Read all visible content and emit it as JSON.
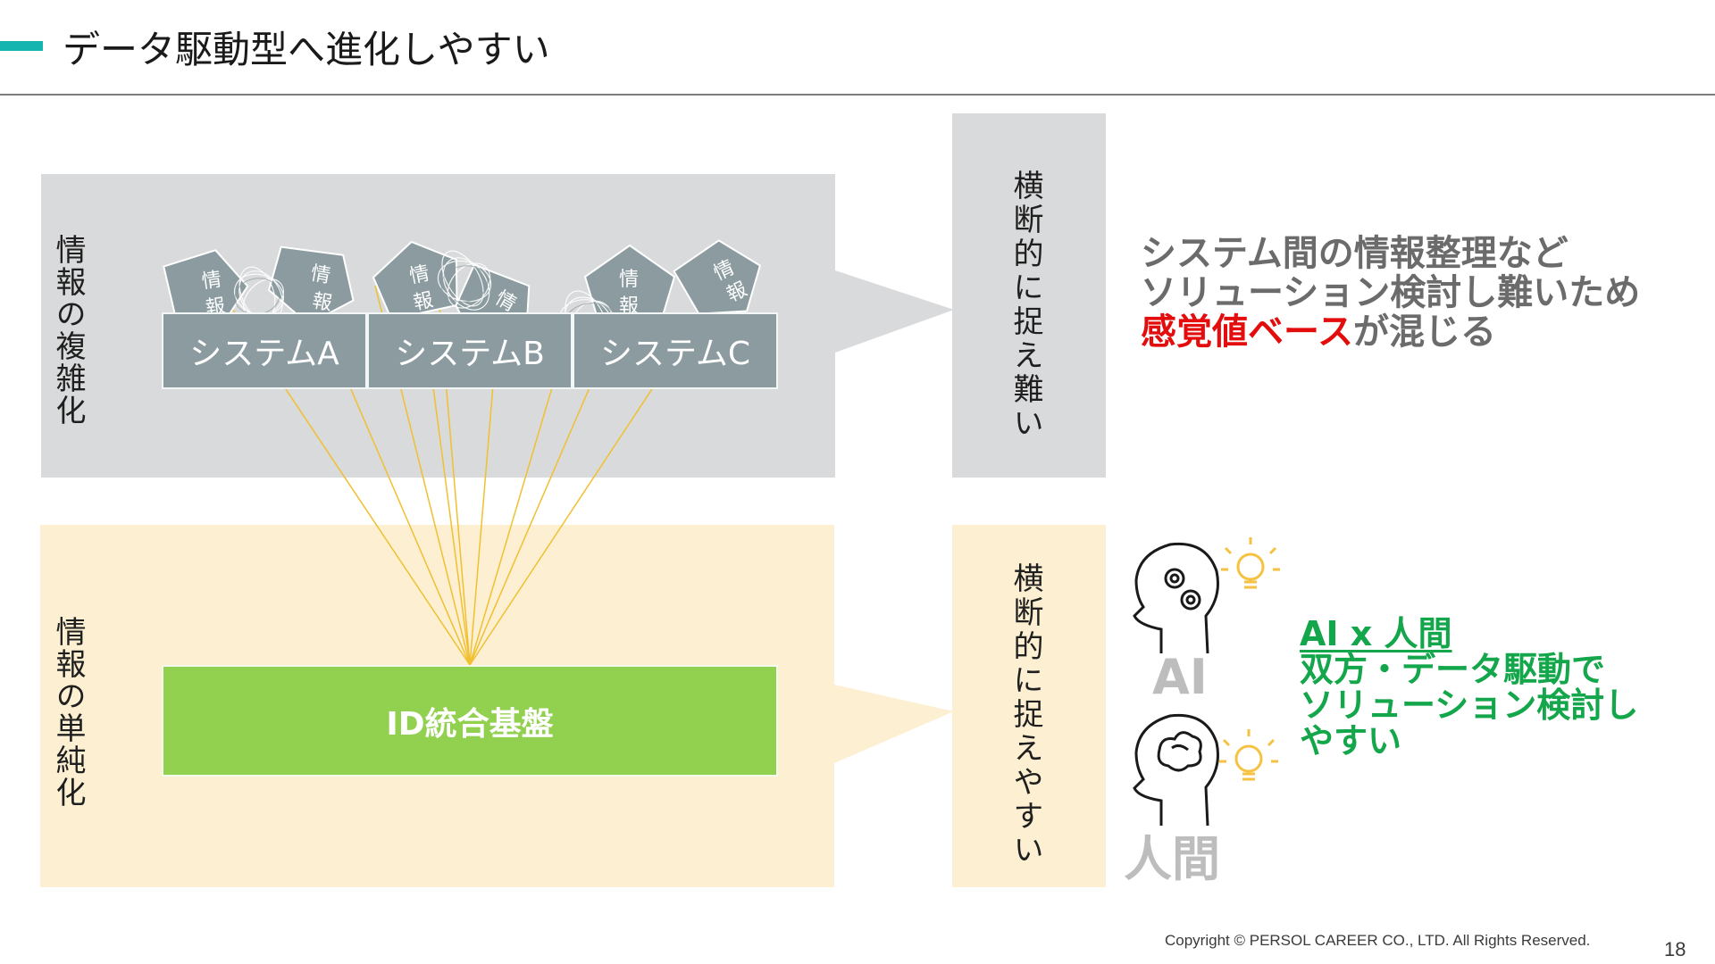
{
  "header": {
    "title": "データ駆動型へ進化しやすい",
    "accent_color": "#14b5ae"
  },
  "complex_section": {
    "label": "情報の複雑化",
    "systems": [
      "システムA",
      "システムB",
      "システムC"
    ],
    "info_chip_text": "情報",
    "background_color": "#d9dadb"
  },
  "simple_section": {
    "label": "情報の単純化",
    "platform": "ID統合基盤",
    "background_color": "#fdf0d2",
    "platform_color": "#92d050"
  },
  "middle": {
    "top_text": "横断的に捉え難い",
    "bottom_text": "横断的に捉えやすい",
    "eye_icon": "eye-icon"
  },
  "right_top": {
    "line1": "システム間の情報整理など",
    "line2": "ソリューション検討し難いため",
    "line3_highlight": "感覚値ベース",
    "line3_rest": "が混じる",
    "highlight_color": "#e30d0d"
  },
  "right_bottom": {
    "ai_label": "AI",
    "human_label": "人間",
    "heading": "AI x 人間",
    "line1": "双方・データ駆動で",
    "line2": "ソリューション検討し",
    "line3": "やすい",
    "text_color": "#13a64a",
    "icons": [
      "gear-head-icon",
      "brain-head-icon",
      "lightbulb-icon"
    ]
  },
  "footer": {
    "copyright": "Copyright © PERSOL CAREER CO., LTD. All Rights Reserved.",
    "page_number": "18"
  }
}
